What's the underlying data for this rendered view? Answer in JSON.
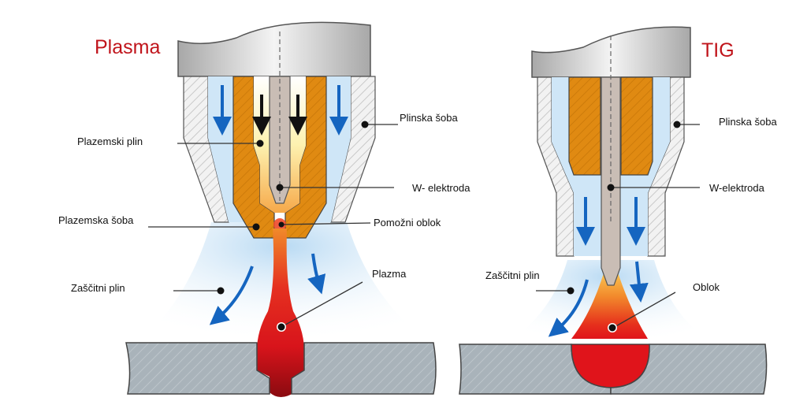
{
  "plasma": {
    "title": "Plasma",
    "labels": {
      "plasma_gas": "Plazemski plin",
      "plasma_nozzle": "Plazemska šoba",
      "shielding_gas": "Zaščitni plin",
      "gas_nozzle": "Plinska šoba",
      "w_electrode": "W- elektroda",
      "pilot_arc": "Pomožni oblok",
      "plasma": "Plazma"
    }
  },
  "tig": {
    "title": "TIG",
    "labels": {
      "gas_nozzle": "Plinska šoba",
      "w_electrode": "W-elektroda",
      "shielding_gas": "Zaščitni plin",
      "arc": "Oblok"
    }
  },
  "colors": {
    "title_red": "#c0141b",
    "copper": "#e08a12",
    "electrode": "#c9bdb5",
    "gas_blue": "#cfe6f7",
    "arrow_blue": "#1565c0",
    "workpiece": "#a9b3ba",
    "plasma_red": "#e0141b"
  }
}
